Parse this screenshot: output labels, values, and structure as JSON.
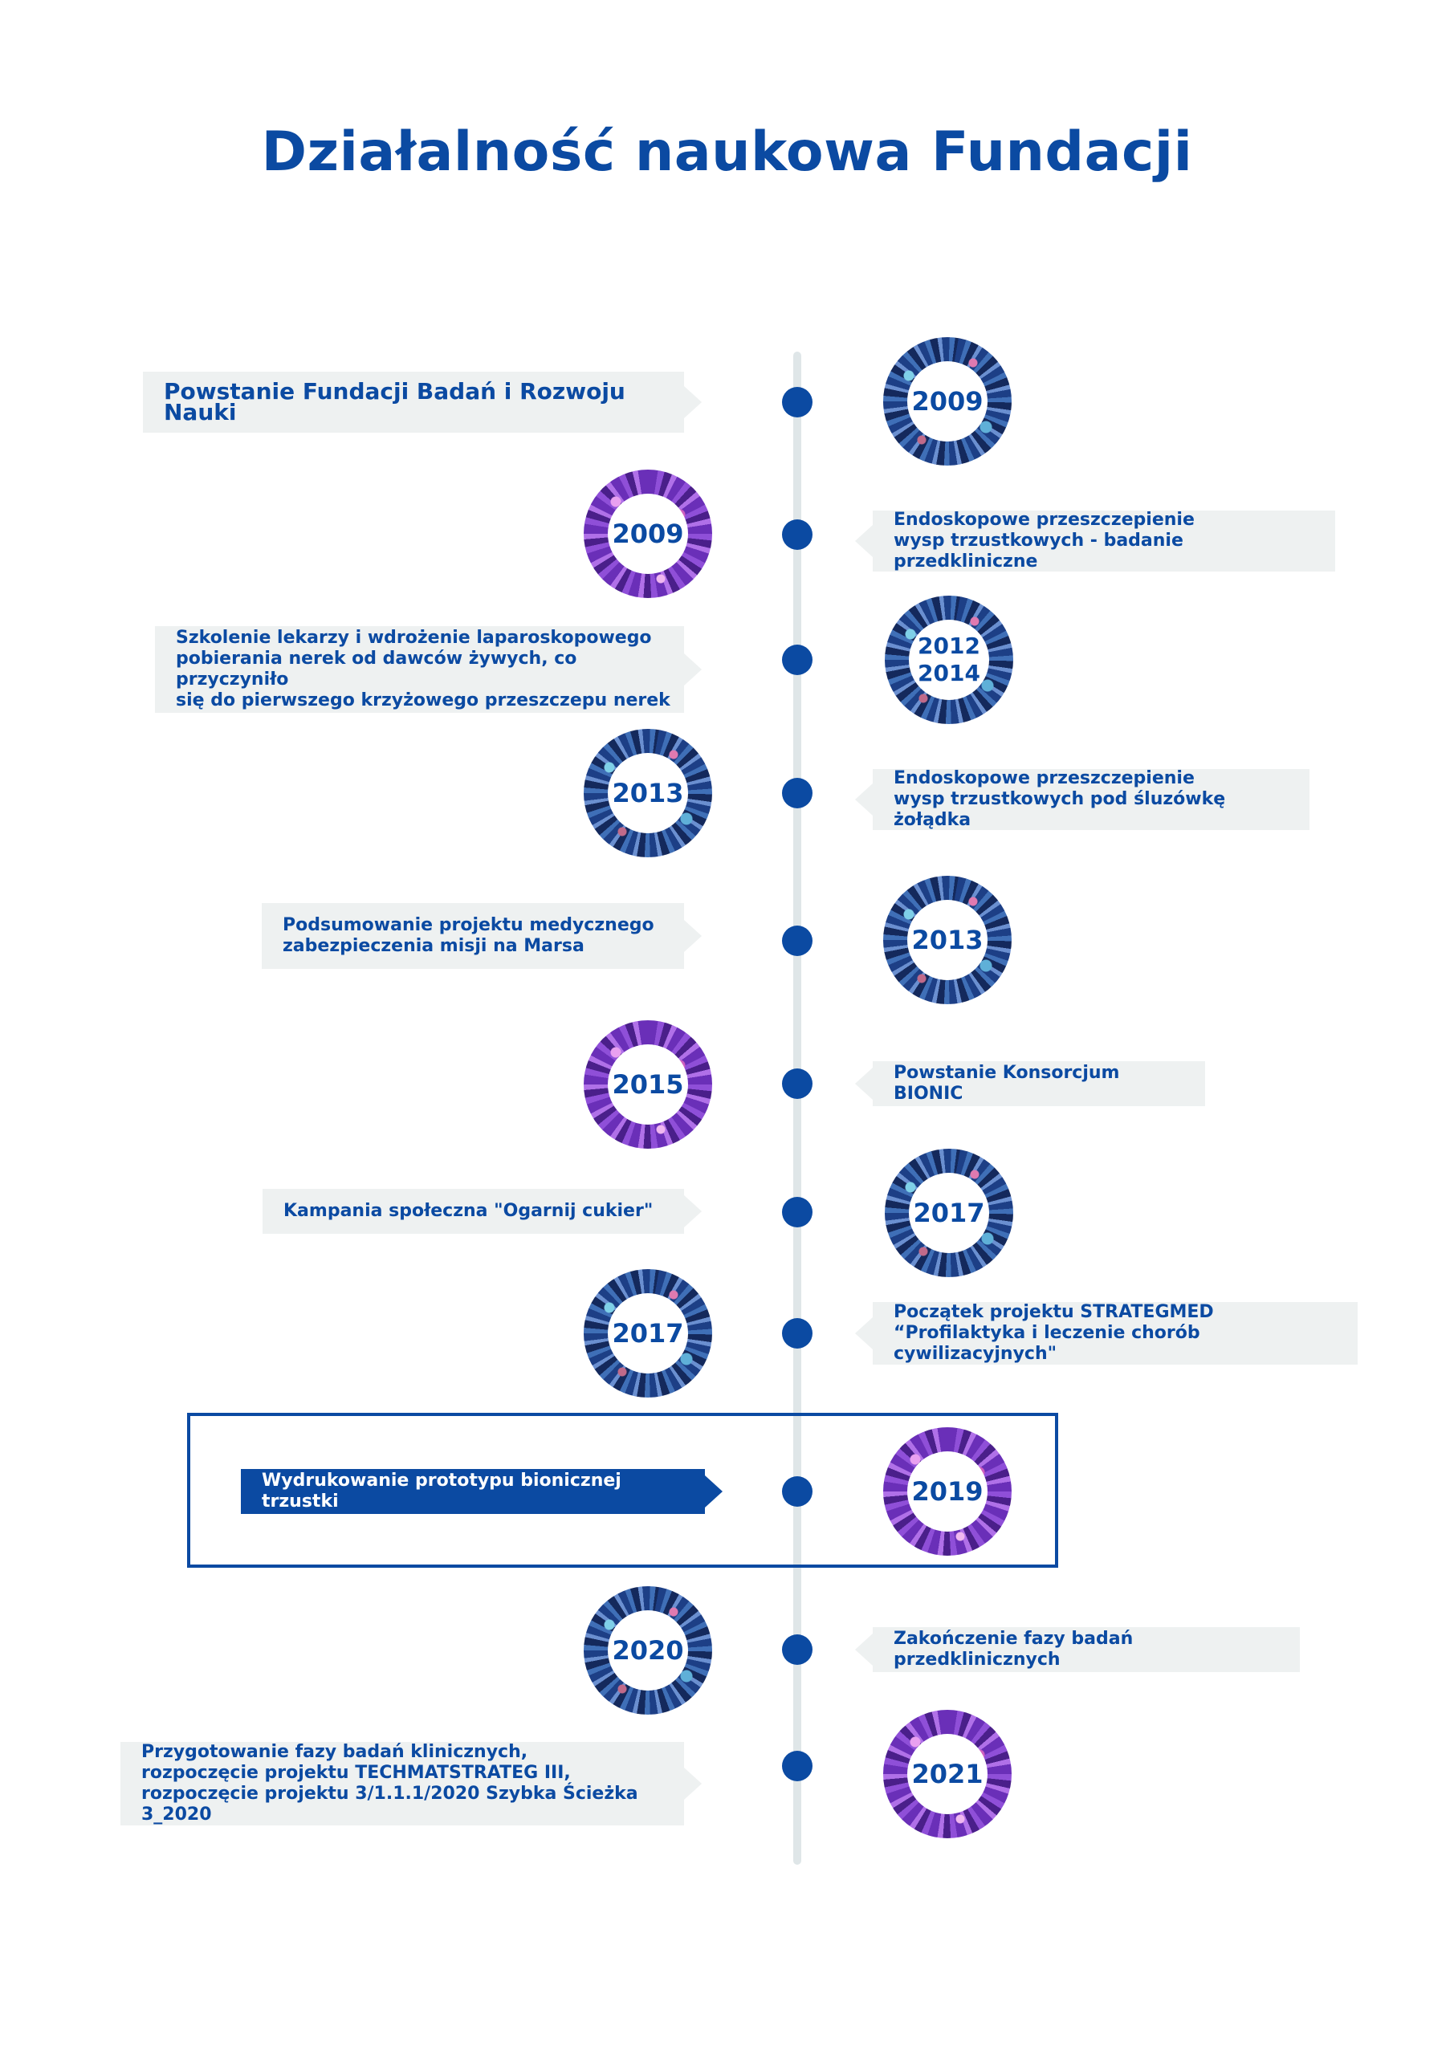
{
  "title": "Działalność naukowa Fundacji",
  "events": [
    {
      "year": "2009",
      "text": "Powstanie Fundacji Badań i Rozwoju Nauki"
    },
    {
      "year": "2009",
      "text": "Endoskopowe przeszczepienie\nwysp trzustkowych - badanie przedkliniczne"
    },
    {
      "year": "2012\n2014",
      "text": "Szkolenie lekarzy i wdrożenie laparoskopowego\npobierania nerek od dawców żywych, co przyczyniło\nsię do pierwszego krzyżowego przeszczepu nerek"
    },
    {
      "year": "2013",
      "text": "Endoskopowe przeszczepienie\nwysp trzustkowych pod śluzówkę żołądka"
    },
    {
      "year": "2013",
      "text": "Podsumowanie projektu medycznego\nzabezpieczenia misji na Marsa"
    },
    {
      "year": "2015",
      "text": "Powstanie Konsorcjum BIONIC"
    },
    {
      "year": "2017",
      "text": "Kampania społeczna \"Ogarnij cukier\""
    },
    {
      "year": "2017",
      "text": "Początek projektu STRATEGMED\n“Profilaktyka i leczenie chorób cywilizacyjnych\""
    },
    {
      "year": "2019",
      "text": "Wydrukowanie prototypu bionicznej trzustki"
    },
    {
      "year": "2020",
      "text": "Zakończenie fazy badań przedklinicznych"
    },
    {
      "year": "2021",
      "text": "Przygotowanie fazy badań klinicznych,\nrozpoczęcie projektu TECHMATSTRATEG III,\nrozpoczęcie projektu 3/1.1.1/2020 Szybka Ścieżka 3_2020"
    }
  ],
  "colors": {
    "accent": "#0b4aa2",
    "box": "#eef1f1",
    "axis": "#dfe6e8"
  }
}
